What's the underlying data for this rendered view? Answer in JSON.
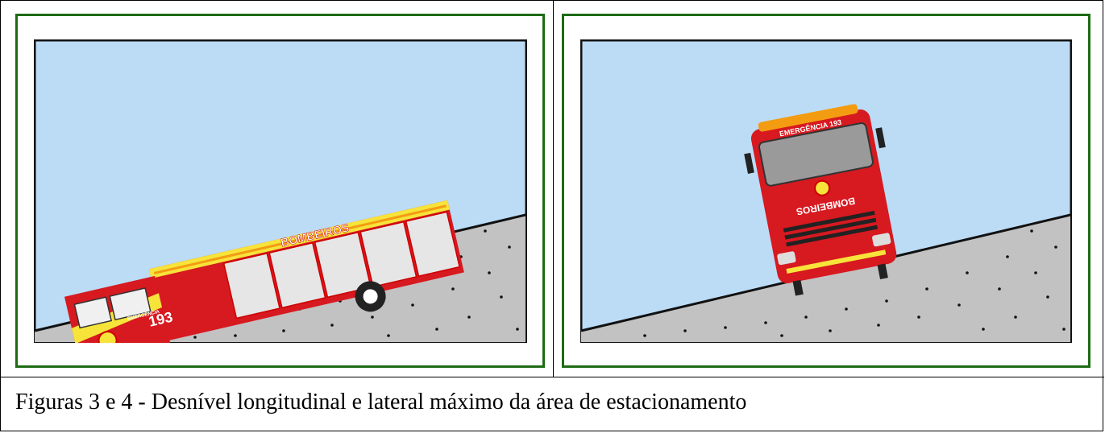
{
  "figure3": {
    "truck_side_label": "BOMBEIROS",
    "cab_number": "193",
    "cab_label": "EMERGÊNCIA"
  },
  "figure4": {
    "windshield_label": "EMERGÊNCIA 193",
    "front_label": "BOMBEIROS"
  },
  "caption": "Figuras 3 e 4 - Desnível longitudinal e lateral máximo da área de estacionamento"
}
